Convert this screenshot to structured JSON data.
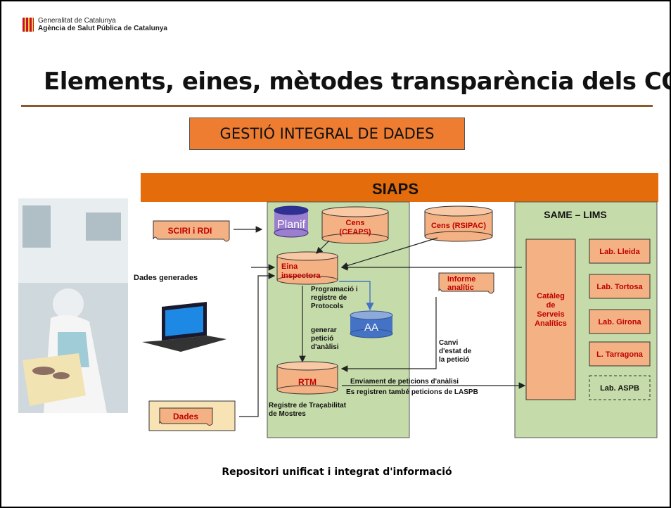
{
  "header": {
    "org_line1": "Generalitat de Catalunya",
    "org_line2": "Agència de Salut Pública de Catalunya"
  },
  "title": "Elements, eines, mètodes transparència dels CO",
  "subtitle_box": "GESTIÓ INTEGRAL DE DADES",
  "diagram": {
    "banner": "SIAPS",
    "same_lims": "SAME – LIMS",
    "sciri": "SCIRI i RDI",
    "dades_generades": "Dades generades",
    "planif": "Planif",
    "cens_ceaps": [
      "Cens",
      "(CEAPS)"
    ],
    "cens_rsipac": "Cens (RSIPAC)",
    "eina": [
      "Eina",
      "inspectora"
    ],
    "programacio": [
      "Programació i",
      "registre de",
      "Protocols"
    ],
    "aa": "AA",
    "generar": [
      "generar",
      "petició",
      "d'anàlisi"
    ],
    "informe": [
      "Informe",
      "analític"
    ],
    "canvi": [
      "Canvi",
      "d'estat de",
      "la petició"
    ],
    "rtm": "RTM",
    "enviament": "Enviament de peticions d'anàlisi",
    "es_registren": "Es registren també peticions de LASPB",
    "registre": [
      "Registre de Traçabilitat",
      "de Mostres"
    ],
    "dades": "Dades",
    "cataleg": [
      "Catàleg",
      "de",
      "Serveis",
      "Analítics"
    ],
    "labs": [
      "Lab. Lleida",
      "Lab. Tortosa",
      "Lab. Girona",
      "L. Tarragona",
      "Lab. ASPB"
    ]
  },
  "footer": "Repositori unificat i integrat d'informació",
  "colors": {
    "orange": "#e46c0a",
    "box_orange": "#f4b183",
    "green_panel": "#c5dcaa",
    "blue_cylinder": "#4472c4",
    "purple": "#9b7fcf",
    "title_rule": "#8b5a2b"
  }
}
